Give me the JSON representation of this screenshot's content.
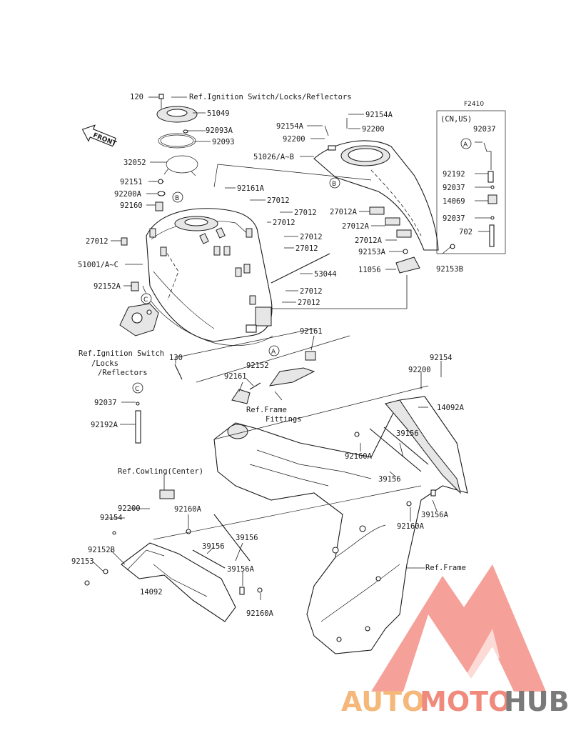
{
  "diagram": {
    "code": "F2410",
    "labels": {
      "p120": "120",
      "ref_ign_top": "Ref.Ignition Switch/Locks/Reflectors",
      "p51049": "51049",
      "p92093A": "92093A",
      "p92093": "92093",
      "p32052": "32052",
      "p92151": "92151",
      "p92200A": "92200A",
      "p92160": "92160",
      "p27012_left": "27012",
      "p51001": "51001/A~C",
      "p92152A": "92152A",
      "p92161A": "92161A",
      "p27012_a": "27012",
      "p27012_b": "27012",
      "p27012_c": "27012",
      "p27012_d": "27012",
      "p27012_e": "27012",
      "p27012_f": "27012",
      "p27012_g": "27012",
      "p53044": "53044",
      "p92154A_a": "92154A",
      "p92154A_b": "92154A",
      "p92200_top": "92200",
      "p92200_top2": "92200",
      "p51026": "51026/A~B",
      "p27012A_a": "27012A",
      "p27012A_b": "27012A",
      "p27012A_c": "27012A",
      "p92153A": "92153A",
      "p11056": "11056",
      "p92153B": "92153B",
      "cnus": "(CN,US)",
      "p92037_a": "92037",
      "p92192": "92192",
      "p92037_b": "92037",
      "p14069": "14069",
      "p92037_c": "92037",
      "p702": "702",
      "ref_ign_left_1": "Ref.Ignition Switch",
      "ref_ign_left_2": "/Locks",
      "ref_ign_left_3": "/Reflectors",
      "p130": "130",
      "p92161_a": "92161",
      "p92152": "92152",
      "p92161_b": "92161",
      "ref_frame_fit_1": "Ref.Frame",
      "ref_frame_fit_2": "Fittings",
      "p92037_left": "92037",
      "p92192A": "92192A",
      "p92154_r": "92154",
      "p92200_r": "92200",
      "p14092A": "14092A",
      "p39156_a": "39156",
      "p92160A_a": "92160A",
      "p39156_b": "39156",
      "p39156A_r": "39156A",
      "p92160A_b": "92160A",
      "ref_cowling": "Ref.Cowling(Center)",
      "p92200_l": "92200",
      "p92154_l": "92154",
      "p92160A_c": "92160A",
      "p39156_c": "39156",
      "p39156_d": "39156",
      "p92152B": "92152B",
      "p92153": "92153",
      "p39156A_l": "39156A",
      "p14092": "14092",
      "p92160A_d": "92160A",
      "ref_frame": "Ref.Frame"
    },
    "callouts": {
      "A": "A",
      "B": "B",
      "C": "C"
    },
    "front_arrow": "FRONT"
  },
  "watermark": {
    "auto": "AUTO",
    "moto": "MOTO",
    "hub": "HUB",
    "colors": {
      "auto": "#f5b77a",
      "moto": "#ef8a7c",
      "hub": "#7a7a7a",
      "logo": "#ef6b5e"
    }
  }
}
